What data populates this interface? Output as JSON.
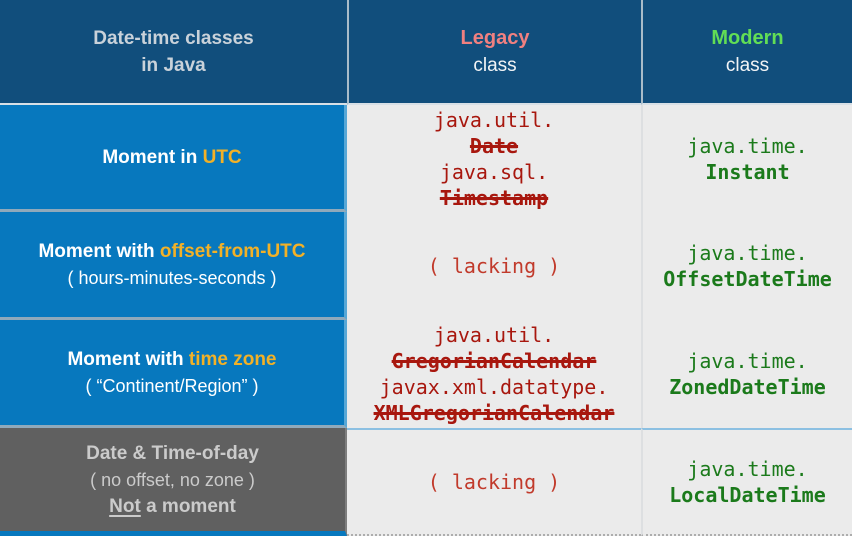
{
  "header": {
    "title_line1": "Date-time classes",
    "title_line2": "in Java",
    "legacy_label": "Legacy",
    "legacy_sub": "class",
    "modern_label": "Modern",
    "modern_sub": "class"
  },
  "rows": [
    {
      "label_prefix": "Moment in ",
      "label_highlight": "UTC",
      "legacy_lines": [
        "java.util.",
        "Date",
        "java.sql.",
        "Timestamp"
      ],
      "modern_pkg": "java.time.",
      "modern_class": "Instant"
    },
    {
      "label_prefix": "Moment with ",
      "label_highlight": "offset-from-UTC",
      "label_sub": "( hours-minutes-seconds )",
      "legacy_lacking": "( lacking )",
      "modern_pkg": "java.time.",
      "modern_class": "OffsetDateTime"
    },
    {
      "label_prefix": "Moment with ",
      "label_highlight": "time zone",
      "label_sub": "( “Continent/Region” )",
      "legacy_lines": [
        "java.util.",
        "GregorianCalendar",
        "javax.xml.datatype.",
        "XMLGregorianCalendar"
      ],
      "modern_pkg": "java.time.",
      "modern_class": "ZonedDateTime"
    },
    {
      "label_line1": "Date & Time-of-day",
      "label_line2": "( no offset, no zone )",
      "label_line3_underlined": "Not",
      "label_line3_rest": " a moment",
      "legacy_lacking": "( lacking )",
      "modern_pkg": "java.time.",
      "modern_class": "LocalDateTime"
    }
  ],
  "colors": {
    "header_bg": "#114E7C",
    "row_blue_bg": "#0778BE",
    "row_gray_bg": "#606060",
    "cell_gray_bg": "#EBEBEB",
    "highlight_yellow": "#F2B127",
    "legacy_salmon": "#F08080",
    "modern_green": "#62DE55",
    "legacy_code_red": "#A8170E",
    "lacking_red": "#C13A2B",
    "modern_code_green": "#1B7A1B"
  }
}
